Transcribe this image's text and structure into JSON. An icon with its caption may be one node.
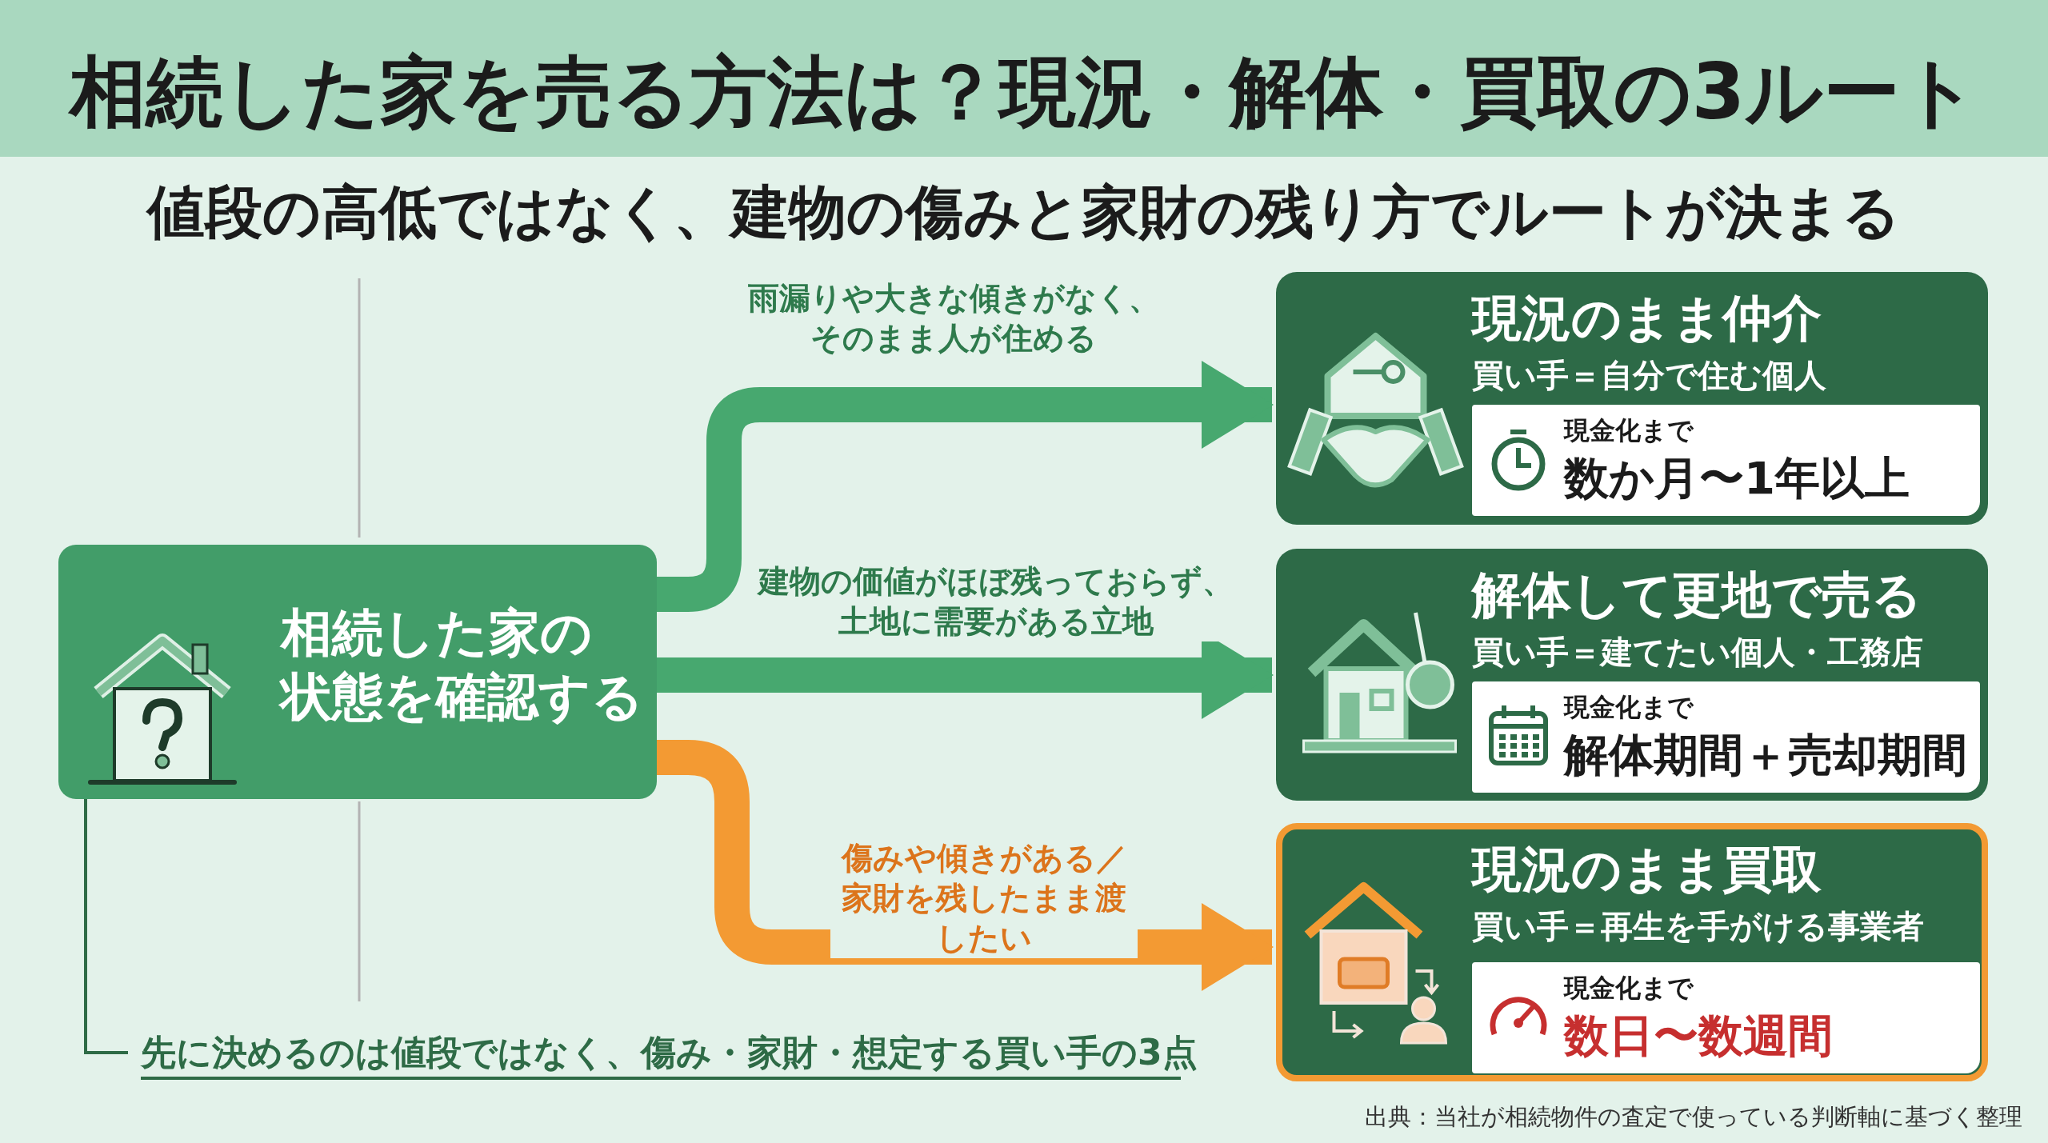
{
  "diagram": {
    "title": "相続した家を売る方法は？現況・解体・買取の3ルート",
    "nodes": [
      {
        "text": [
          "相続した家の状態を確認する"
        ]
      },
      {
        "text": [
          "現況のまま仲介",
          "買い手＝自分で住む個人"
        ]
      },
      {
        "text": [
          "現金化まで",
          "数か月〜1年以上"
        ],
        "in": 1
      },
      {
        "text": [
          "解体して更地で売る",
          "買い手＝建てたい個人・工務店"
        ]
      },
      {
        "text": [
          "現金化まで",
          "解体期間＋売却期間"
        ],
        "in": 3
      },
      {
        "text": [
          "現況のまま買取",
          "買い手＝再生を手がける事業者"
        ]
      },
      {
        "text": [
          "現金化まで",
          "数日〜数週間"
        ],
        "in": 5
      },
      {
        "text": [
          "先に決めるのは値段ではなく、傷み・家財・想定する買い手の3点"
        ]
      }
    ],
    "edges": [
      {
        "from": 0,
        "to": 1,
        "arrow": "to",
        "label": "雨漏りや大きな傾きがなく、そのまま人が住める"
      },
      {
        "from": 0,
        "to": 3,
        "arrow": "to",
        "label": "建物の価値がほぼ残っておらず、土地に需要がある立地"
      },
      {
        "from": 0,
        "to": 5,
        "arrow": "to",
        "label": "傷みや傾きがある／家財を残したまま渡したい",
        "color": "#f39a33"
      },
      {
        "from": 0,
        "to": 7,
        "arrow": "none",
        "color": "#2e6b46"
      }
    ],
    "labels": [
      "値段の高低ではなく、建物の傷みと家財の残り方でルートが決まる",
      "出典：当社が相続物件の査定で使っている判断軸に基づく整理"
    ]
  }
}
